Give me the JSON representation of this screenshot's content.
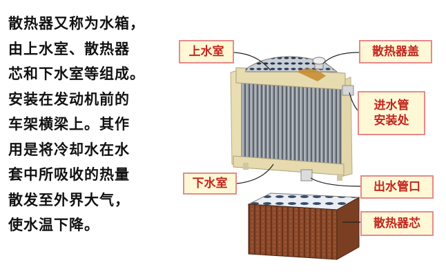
{
  "description": {
    "lines": [
      "散热器又称为水箱，",
      "由上水室、散热器",
      "芯和下水室等组成。",
      "安装在发动机前的",
      "车架横梁上。其作",
      "用是将冷却水在水",
      "套中所吸收的热量",
      "散发至外界大气，",
      "使水温下降。"
    ]
  },
  "labels": {
    "upper_tank": "上水室",
    "cap": "散热器盖",
    "inlet_line1": "进水管",
    "inlet_line2": "安装处",
    "lower_tank": "下水室",
    "outlet": "出水管口",
    "core": "散热器芯"
  },
  "colors": {
    "label_bg": "#fff8d6",
    "label_border": "#e58a8a",
    "label_text": "#c2261d",
    "frame": "#e8dcb0",
    "fins": "#8a8f96",
    "core_block": "#8a4a2a"
  }
}
